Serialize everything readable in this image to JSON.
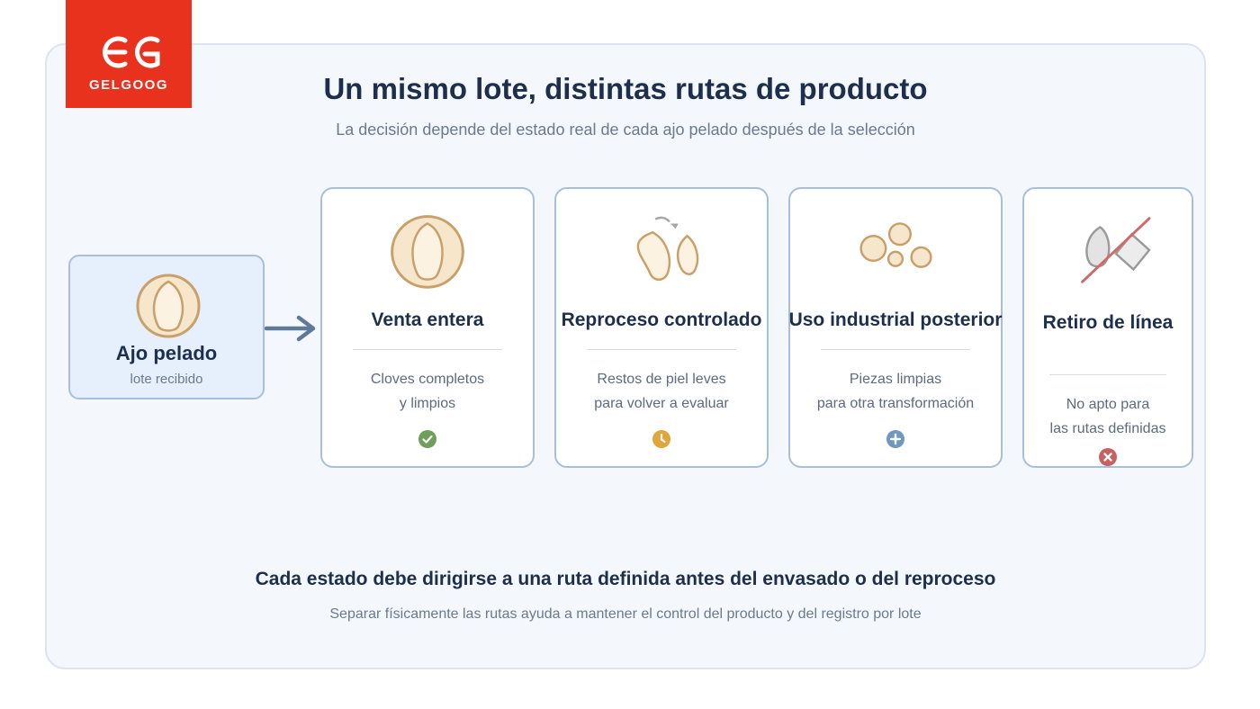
{
  "brand": {
    "name": "GELGOOG",
    "color": "#e8321e"
  },
  "title": "Un mismo lote, distintas rutas de producto",
  "subtitle": "La decisión depende del estado real de cada ajo pelado después de la selección",
  "source": {
    "title": "Ajo pelado",
    "subtitle": "lote recibido",
    "icon": "garlic-clove-icon"
  },
  "routes": [
    {
      "title": "Venta entera",
      "desc": [
        "Cloves completos",
        "y limpios"
      ],
      "icon": "whole-clove-icon",
      "status_icon": "check-circle-icon",
      "status_color": "#6fa05a"
    },
    {
      "title": "Reproceso controlado",
      "desc": [
        "Restos de piel leves",
        "para volver a evaluar"
      ],
      "icon": "split-clove-icon",
      "status_icon": "clock-icon",
      "status_color": "#e0a63a"
    },
    {
      "title": "Uso industrial posterior",
      "desc": [
        "Piezas limpias",
        "para otra transformación"
      ],
      "icon": "pieces-icon",
      "status_icon": "plus-circle-icon",
      "status_color": "#6f97bf"
    },
    {
      "title": "Retiro de línea",
      "desc": [
        "No apto para",
        "las rutas definidas"
      ],
      "icon": "rejected-icon",
      "status_icon": "x-circle-icon",
      "status_color": "#c96060"
    }
  ],
  "footer": {
    "title": "Cada estado debe dirigirse a una ruta definida antes del envasado o del reproceso",
    "subtitle": "Separar físicamente las rutas ayuda a mantener el control del producto y del registro por lote"
  }
}
